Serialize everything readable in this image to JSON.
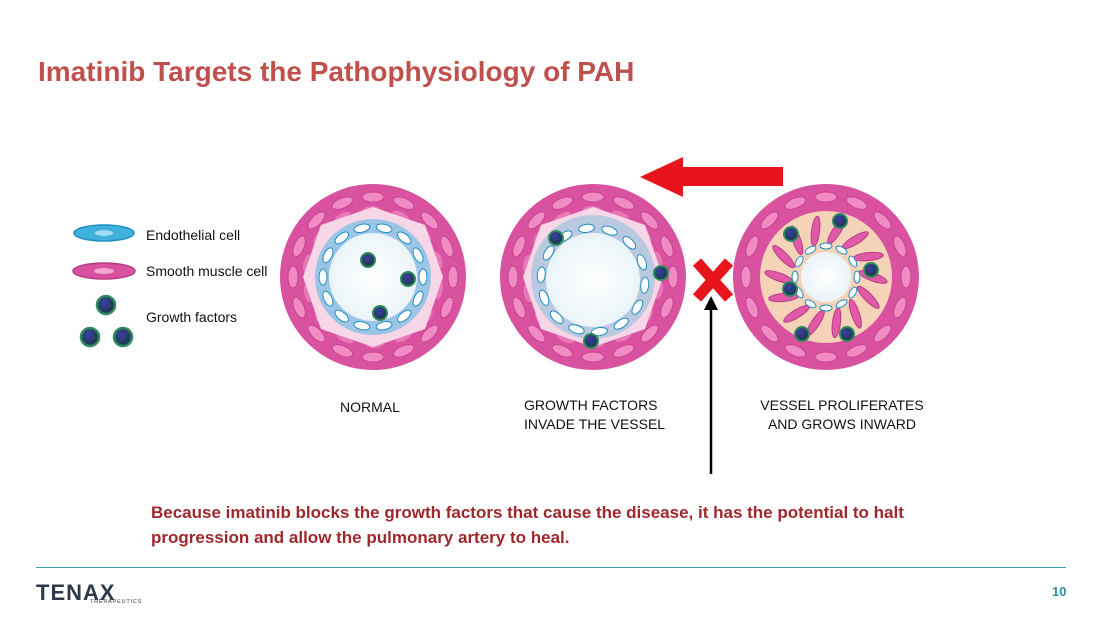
{
  "title": "Imatinib Targets the Pathophysiology of PAH",
  "legend": {
    "endothelial": "Endothelial cell",
    "smooth_muscle": "Smooth muscle cell",
    "growth_factors": "Growth factors"
  },
  "panels": {
    "normal": "NORMAL",
    "invade_line1": "GROWTH FACTORS",
    "invade_line2": "INVADE THE VESSEL",
    "prolif_line1": "VESSEL PROLIFERATES",
    "prolif_line2": "AND GROWS INWARD"
  },
  "statement": "Because imatinib blocks the growth factors that cause the disease, it has the potential to halt progression and allow the pulmonary artery to heal.",
  "footer": {
    "logo": "TENAX",
    "logo_sub": "THERAPEUTICS",
    "page_number": "10"
  },
  "colors": {
    "title": "#c0504d",
    "statement": "#a0282c",
    "smooth_muscle": "#d9529f",
    "endothelial": "#3fb1dd",
    "growth_factor": "#1e5a48",
    "blocked_arrow": "#e8141c",
    "divider": "#39a2b3"
  },
  "icons": {
    "blocked": "red-x-icon",
    "arrow_back": "red-left-arrow",
    "arrow_up": "black-up-arrow"
  }
}
